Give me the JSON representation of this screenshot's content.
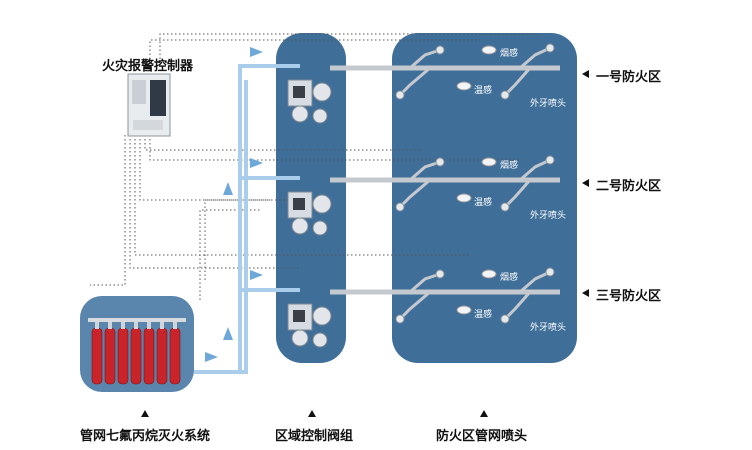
{
  "controller": {
    "label": "火灾报警控制器"
  },
  "zones": [
    {
      "name": "一号防火区",
      "smoke": "烟感",
      "temp": "温感",
      "nozzle": "外牙喷头"
    },
    {
      "name": "二号防火区",
      "smoke": "烟感",
      "temp": "温感",
      "nozzle": "外牙喷头"
    },
    {
      "name": "三号防火区",
      "smoke": "烟感",
      "temp": "温感",
      "nozzle": "外牙喷头"
    }
  ],
  "bottom_labels": {
    "system": "管网七氟丙烷灭火系统",
    "valves": "区域控制阀组",
    "pipes": "防火区管网喷头"
  },
  "colors": {
    "panel": "#3f6e99",
    "pipe": "#9fc7e8",
    "cylinder": "#c8242a"
  }
}
